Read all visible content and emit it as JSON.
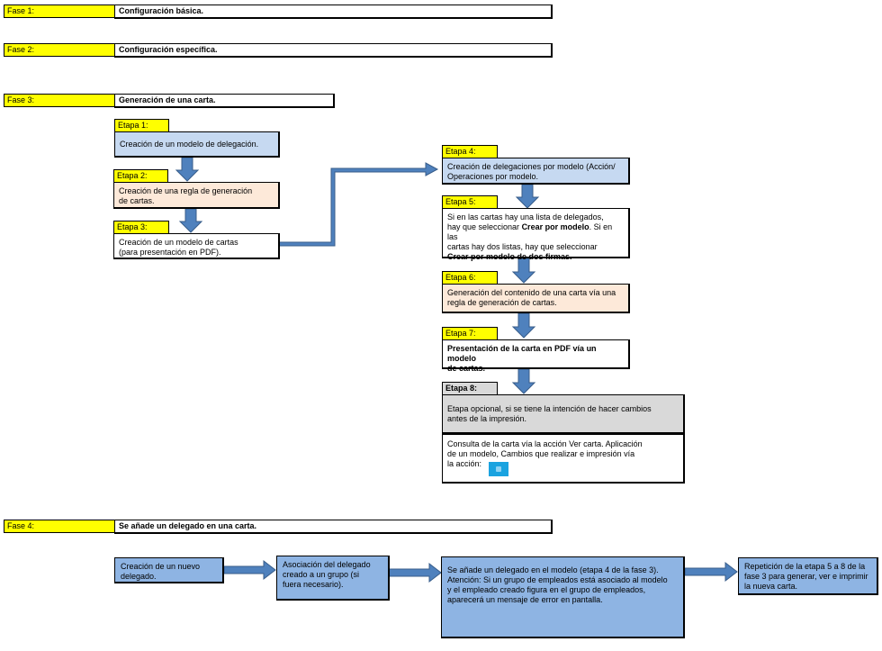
{
  "phases": [
    {
      "label": "Fase 1:",
      "title": "Configuración básica."
    },
    {
      "label": "Fase 2:",
      "title": "Configuración específica."
    },
    {
      "label": "Fase 3:",
      "title": "Generación de una carta."
    },
    {
      "label": "Fase 4:",
      "title": "Se añade un delegado en una carta."
    }
  ],
  "stages": {
    "e1": {
      "label": "Etapa 1:",
      "text": "Creación de un modelo de delegación."
    },
    "e2": {
      "label": "Etapa 2:",
      "line1": "Creación de una regla de generación",
      "line2": "de cartas."
    },
    "e3": {
      "label": "Etapa 3:",
      "line1": "Creación de un modelo de cartas",
      "line2": "(para presentación en PDF)."
    },
    "e4": {
      "label": "Etapa 4:",
      "line1": "Creación de delegaciones por modelo (Acción/",
      "line2": "Operaciones por modelo."
    },
    "e5": {
      "label": "Etapa 5:",
      "line1": "Si en las cartas hay una lista de delegados,",
      "line2a": "hay que seleccionar ",
      "line2b": "Crear por modelo",
      "line2c": ". Si en las",
      "line3": "cartas hay dos listas, hay que seleccionar",
      "line4": "Crear por modelo de dos firmas."
    },
    "e6": {
      "label": "Etapa 6:",
      "line1": "Generación del contenido de una carta vía una",
      "line2": "regla de generación de cartas."
    },
    "e7": {
      "label": "Etapa 7:",
      "line1": "Presentación de la carta en PDF vía un modelo",
      "line2": "de cartas."
    },
    "e8": {
      "label": "Etapa 8:",
      "opt1": "Etapa opcional, si se tiene la intención de hacer cambios",
      "opt2": "antes de la impresión.",
      "c1": "Consulta de la carta vía la acción Ver carta. Aplicación",
      "c2": "de un modelo, Cambios que realizar e impresión vía",
      "c3": "la acción:"
    }
  },
  "phase4": {
    "b1": {
      "line1": "Creación de un nuevo",
      "line2": "delegado."
    },
    "b2": {
      "line1": "Asociación del delegado",
      "line2": "creado a un grupo (si",
      "line3": "fuera necesario)."
    },
    "b3": {
      "line1": "Se añade un delegado en el modelo (etapa 4 de la fase 3).",
      "line2": "Atención: Si un grupo de empleados está asociado al modelo",
      "line3": "y el empleado creado figura en el grupo de empleados,",
      "line4": "aparecerá un mensaje de error en pantalla."
    },
    "b4": {
      "line1": "Repetición de la etapa 5 a 8 de la",
      "line2": "fase 3 para generar, ver e imprimir",
      "line3": "la nueva carta."
    }
  },
  "colors": {
    "yellow": "#ffff00",
    "stage_blue": "#c6d9f1",
    "stage_peach": "#fde9d9",
    "arrow_blue": "#4f81bd",
    "phase4_box": "#8eb4e3",
    "print_icon": "#1aa3e0"
  },
  "icons": [
    "print-action-icon"
  ]
}
